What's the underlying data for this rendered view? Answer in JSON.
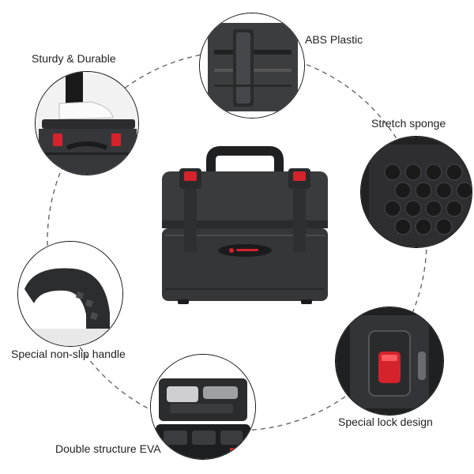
{
  "features": {
    "sturdy": "Sturdy & Durable",
    "abs": "ABS Plastic",
    "sponge": "Stretch sponge",
    "handle": "Special non-slip handle",
    "lock": "Special lock design",
    "eva": "Double structure EVA"
  },
  "colors": {
    "case_body": "#3a3b3d",
    "case_dark": "#1f2022",
    "latch_red": "#d4232b",
    "dash": "#666666"
  },
  "icons": {
    "logo": "brand-logo-icon"
  }
}
